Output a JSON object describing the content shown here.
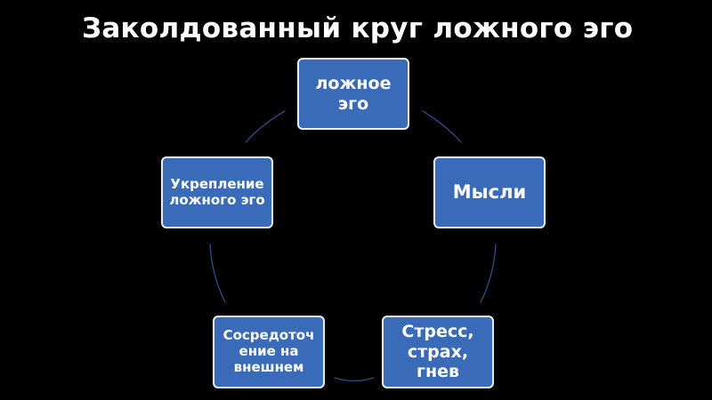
{
  "title": "Заколдованный круг ложного эго",
  "diagram": {
    "type": "cycle",
    "colors": {
      "background": "#000000",
      "node_fill": "#3a6bb8",
      "node_border": "#e8eef8",
      "connector": "#2f4f86",
      "text": "#ffffff"
    },
    "nodes": [
      {
        "label": "ложное эго"
      },
      {
        "label": "Мысли"
      },
      {
        "label": "Стресс, страх, гнев"
      },
      {
        "label": "Сосредоточение на внешнем"
      },
      {
        "label": "Укрепление ложного эго"
      }
    ]
  }
}
